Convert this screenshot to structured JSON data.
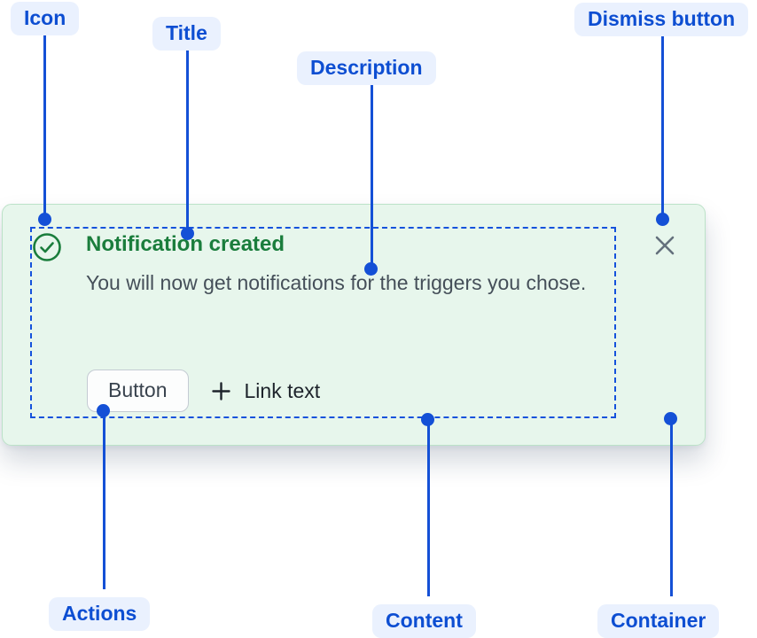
{
  "annotations": {
    "icon": "Icon",
    "title": "Title",
    "description": "Description",
    "dismiss_button": "Dismiss button",
    "actions": "Actions",
    "content": "Content",
    "container": "Container"
  },
  "flag": {
    "status_icon": "success-check-icon",
    "title": "Notification created",
    "description": "You will now get notifications for the triggers you chose.",
    "actions": {
      "button_label": "Button",
      "link_icon": "plus-icon",
      "link_label": "Link text"
    },
    "dismiss_icon": "close-icon"
  },
  "colors": {
    "annotation_blue": "#1450D6",
    "annotation_pill_bg": "#EAF1FE",
    "annotation_text_blue": "#0D4ED2",
    "success_green": "#1A7D3C",
    "flag_background": "#E7F6EC",
    "flag_border": "#BCE2C8",
    "description_text": "#454F59",
    "dismiss_gray": "#64707C"
  }
}
